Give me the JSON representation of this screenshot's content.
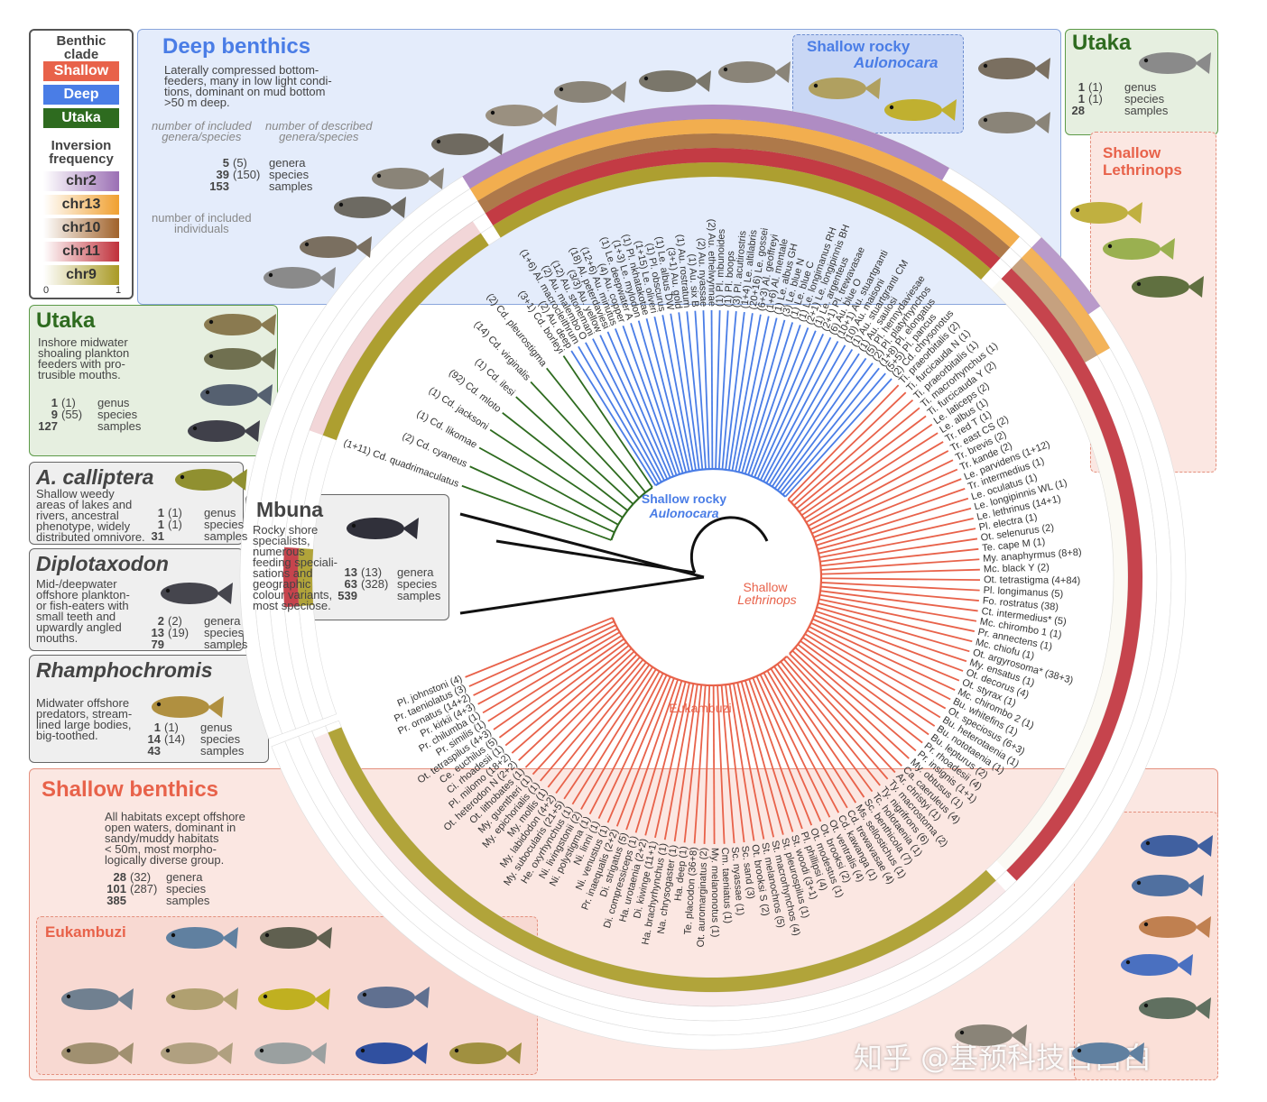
{
  "legend": {
    "clade_title": "Benthic\nclade",
    "clades": [
      {
        "name": "Shallow",
        "color": "#e8624a"
      },
      {
        "name": "Deep",
        "color": "#4a7de6"
      },
      {
        "name": "Utaka",
        "color": "#2e6b1f"
      }
    ],
    "inversion_title": "Inversion\nfrequency",
    "inversions": [
      {
        "name": "chr2",
        "color": "#9b6fb4"
      },
      {
        "name": "chr13",
        "color": "#f0a030"
      },
      {
        "name": "chr10",
        "color": "#a0622a"
      },
      {
        "name": "chr11",
        "color": "#c0303a"
      },
      {
        "name": "chr9",
        "color": "#a99a25"
      }
    ],
    "scale_min": "0",
    "scale_max": "1"
  },
  "deep": {
    "title": "Deep benthics",
    "desc": "Laterally compressed bottom-\nfeeders, many in low light condi-\ntions, dominant on mud bottom\n>50 m deep.",
    "note_included": "number of included\ngenera/species",
    "note_described": "number of described\ngenera/species",
    "note_individuals": "number of included\nindividuals",
    "stats": [
      {
        "n": "5",
        "d": "(5)",
        "label": "genera"
      },
      {
        "n": "39",
        "d": "(150)",
        "label": "species"
      },
      {
        "n": "153",
        "d": "",
        "label": "samples"
      }
    ]
  },
  "shallow_rocky": {
    "title": "Shallow rocky",
    "subtitle": "Aulonocara"
  },
  "utaka_top": {
    "title": "Utaka",
    "stats": [
      {
        "n": "1",
        "d": "(1)",
        "label": "genus"
      },
      {
        "n": "1",
        "d": "(1)",
        "label": "species"
      },
      {
        "n": "28",
        "d": "",
        "label": "samples"
      }
    ]
  },
  "shallow_lethrinops": {
    "title": "Shallow\nLethrinops"
  },
  "utaka": {
    "title": "Utaka",
    "desc": "Inshore midwater\nshoaling plankton\nfeeders with pro-\ntrusible mouths.",
    "stats": [
      {
        "n": "1",
        "d": "(1)",
        "label": "genus"
      },
      {
        "n": "9",
        "d": "(55)",
        "label": "species"
      },
      {
        "n": "127",
        "d": "",
        "label": "samples"
      }
    ]
  },
  "calliptera": {
    "title": "A. calliptera",
    "desc": "Shallow weedy\nareas of lakes and\nrivers, ancestral\nphenotype, widely\ndistributed omnivore.",
    "stats": [
      {
        "n": "1",
        "d": "(1)",
        "label": "genus"
      },
      {
        "n": "1",
        "d": "(1)",
        "label": "species"
      },
      {
        "n": "31",
        "d": "",
        "label": "samples"
      }
    ]
  },
  "mbuna": {
    "title": "Mbuna",
    "desc": "Rocky shore\nspecialists,\nnumerous\nfeeding speciali-\nsations and\ngeographic\ncolour variants,\nmost speciose.",
    "stats": [
      {
        "n": "13",
        "d": "(13)",
        "label": "genera"
      },
      {
        "n": "63",
        "d": "(328)",
        "label": "species"
      },
      {
        "n": "539",
        "d": "",
        "label": "samples"
      }
    ]
  },
  "diplotaxodon": {
    "title": "Diplotaxodon",
    "desc": "Mid-/deepwater\noffshore plankton-\nor fish-eaters with\nsmall teeth and\nupwardly angled\nmouths.",
    "stats": [
      {
        "n": "2",
        "d": "(2)",
        "label": "genera"
      },
      {
        "n": "13",
        "d": "(19)",
        "label": "species"
      },
      {
        "n": "79",
        "d": "",
        "label": "samples"
      }
    ]
  },
  "rhamphochromis": {
    "title": "Rhamphochromis",
    "desc": "Midwater offshore\npredators, stream-\nlined large bodies,\nbig-toothed.",
    "stats": [
      {
        "n": "1",
        "d": "(1)",
        "label": "genus"
      },
      {
        "n": "14",
        "d": "(14)",
        "label": "species"
      },
      {
        "n": "43",
        "d": "",
        "label": "samples"
      }
    ]
  },
  "shallow_benthics": {
    "title": "Shallow benthics",
    "desc": "All habitats except offshore\nopen waters, dominant in\nsandy/muddy habitats\n< 50m, most morpho-\nlogically diverse group.",
    "stats": [
      {
        "n": "28",
        "d": "(32)",
        "label": "genera"
      },
      {
        "n": "101",
        "d": "(287)",
        "label": "species"
      },
      {
        "n": "385",
        "d": "",
        "label": "samples"
      }
    ]
  },
  "eukambuzi_box": {
    "title": "Eukambuzi"
  },
  "center_labels": {
    "shallow_rocky": "Shallow rocky",
    "aulonocara": "Aulonocara",
    "shallow": "Shallow",
    "lethrinops": "Lethrinops",
    "eukambuzi": "Eukambuzi"
  },
  "watermark": "知乎 @基预科技白白白",
  "species": {
    "utaka": [
      "(1+11) Cd. quadrimaculatus",
      "(2) Cd. cyaneus",
      "(1) Cd. likomae",
      "(1) Cd. jacksoni",
      "(92) Cd. mloto",
      "(1) Cd. ilesi",
      "(14) Cd. virginalis",
      "(2) Cd. pleurostigma",
      "(3+1) Cd. borleyi"
    ],
    "deep": [
      "(2) Au. deep",
      "(1+6) Al. macrocleithrum",
      "(2) Au. malembo O",
      "(12) Au. stonemani",
      "(3/3) Au. yellow",
      "(18) Al. peterdaviesi",
      "(12+6) Au. minutus",
      "(4) Au. copper",
      "(1) Le. deepwater A",
      "(1+3) Le. mylodon",
      "(1) Pl. nkhatakotae",
      "(1+15) Le. oliveri",
      "(1) Pl. obscurus",
      "(1) Le. albus DW",
      "(3+1) Au. gold",
      "(1) Au. rostratum",
      "(1) Au. six B",
      "(2) Au. nyassae",
      "(2) Au. ethelwynnae",
      "(1) Pl. mbunoides",
      "(1) Pl. boops",
      "(3) Pl. acutirostris",
      "(1+4) Le. altilabris",
      "(20+16) Le. gossei",
      "(6+3) Al. geoffreyi",
      "(1+6) Al. mentale",
      "(1) Le. albus GH",
      "(3) Le. blue N",
      "(1) Le. blue C",
      "(1) Le. longimanus RH",
      "(2+1) Le. longipinnis BH",
      "(1) Le. argenteus",
      "(2+1) Pl. trewavasae",
      "(6) Au. blue O",
      "(10+1) Au. stuartgranti",
      "(10) Au. maisoni",
      "(1) Au. stuartgranti CM",
      "(1) Au. saulosi",
      "(5) Pl. hennydaviesae",
      "(2) Pl. platyrhynchos",
      "(1+8) Pl. elongatus",
      "(5+5) Pl. pancus",
      "(2) Cd. chrysonotus"
    ],
    "lethrinops": [
      "Ti. praeorbitalis (2)",
      "Ti. furcicauda N (1)",
      "Ti. praeorbitalis (1)",
      "Ti. macrorhynchus (1)",
      "Ti. furcicauda Y (2)",
      "Le. laticeps (2)",
      "Le. albus (1)",
      "Tr. red T (1)",
      "Tr. east CS (2)",
      "Tr. brevis (2)",
      "Tr. kande (2)",
      "Le. parvidens (1+12)",
      "Tr. intermedius (1)",
      "Le. oculatus (1)",
      "Le. longipinnis WL (1)",
      "Le. lethrinus (14+1)",
      "Pl. electra (1)",
      "Ot. selenurus (2)",
      "Te. cape M (1)",
      "My. anaphyrmus (8+8)",
      "Mc. black Y (2)",
      "Ot. tetrastigma (4+84)",
      "Pl. longimanus (5)",
      "Fo. rostratus (38)",
      "Ct. intermedius* (5)",
      "Mc. chirombo 1 (1)",
      "Pr. annectens (1)",
      "Mc. chiofu (1)",
      "Ot. argyrosoma* (38+3)",
      "My. ensatus (1)",
      "Ot. decorus (4)",
      "Ot. styrax (1)",
      "Mc. chirombo 2 (1)",
      "Bu. whitefins (1)",
      "Ot. speciosus (6+3)",
      "Bu. heterotaenia (1)",
      "Bu. nototaenia (1)",
      "Bu. lepturus (2)",
      "Pr. rhoadesii (4)",
      "Pr. insignis (1+1)",
      "My. obtusus (1)",
      "Ca. caeruleus (4)"
    ],
    "eukambuzi": [
      "Ar. christyi (1)",
      "Ty. macrostoma (2)",
      "Ty. nigrifrons (6)",
      "Tc. holotaenia (1)",
      "Sc. benthicola (7)",
      "Ms. sellostichus (1)",
      "Cd. trewavasae (4)",
      "Cd. kawanga (1)",
      "Ot. ventralis (4)",
      "Ot. brooksi (2)",
      "Ot. modestus (1)",
      "Pl. phillipsi (4)",
      "St. woodi (3+1)",
      "St. pleurospilus (1)",
      "St. macrorhynchos (4)",
      "St. melanochros (5)",
      "Ot. brooksi S (2)",
      "Sc. sand (3)",
      "Sc. nyassae (1)",
      "Cm. taeniatus (1)",
      "My. melanonotus (1)",
      "Ot. auromarginatus (2)",
      "Te. placodon (36+8)",
      "Ha. deep (1)",
      "Na. chrysogaster (1)",
      "Ha. brachyrhynchus (1)",
      "Di. kiwinge (11+1)",
      "Ha. urotaenia (2+2)",
      "Di. compressiceps (1)",
      "Di. strigatus (5)",
      "Pr. inaequalis (2+2)",
      "Ni. venustus (1)",
      "Ni. linni (1)",
      "Ni. polystigma (1)",
      "Ni. livingstonii (2)",
      "He. oxyrhynchus (1)",
      "My. subocularis (21+5)",
      "My. labidodon (4+2)",
      "My. mollis (1)",
      "My. epichorialis (1)",
      "My. guentheri (1)",
      "Ot. lithobates (1)",
      "Ot. heterodon N (2+2)",
      "Pl. milomo (18+2)",
      "Ci. rhoadesii (1)",
      "Ce. euchilus (5)",
      "Ot. tetraspilus (4+3)",
      "Pr. similis (1)",
      "Pr. chilumba (1)",
      "Pr. kirkii (4+3)",
      "Pr. ornatus (14+2)",
      "Pr. taeniolatus (3)",
      "Pl. johnstoni (4)"
    ]
  }
}
